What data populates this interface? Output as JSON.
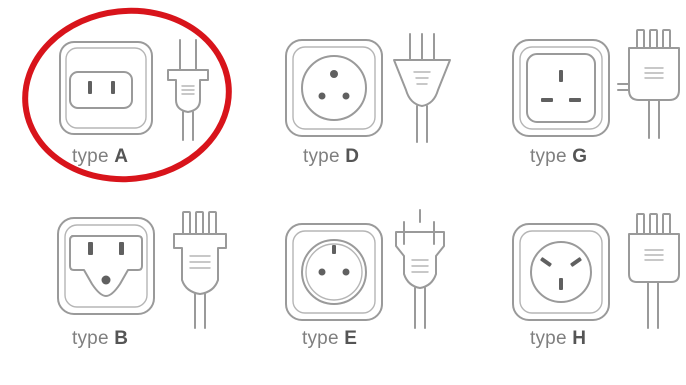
{
  "plugs": [
    {
      "prefix": "type",
      "letter": "A",
      "icon": "type-a-outlet-icon",
      "highlighted": true
    },
    {
      "prefix": "type",
      "letter": "D",
      "icon": "type-d-outlet-icon",
      "highlighted": false
    },
    {
      "prefix": "type",
      "letter": "G",
      "icon": "type-g-outlet-icon",
      "highlighted": false
    },
    {
      "prefix": "type",
      "letter": "B",
      "icon": "type-b-outlet-icon",
      "highlighted": false
    },
    {
      "prefix": "type",
      "letter": "E",
      "icon": "type-e-outlet-icon",
      "highlighted": false
    },
    {
      "prefix": "type",
      "letter": "H",
      "icon": "type-h-outlet-icon",
      "highlighted": false
    }
  ],
  "colors": {
    "highlight_ring": "#d8141b",
    "line_art": "#9a9a9a",
    "slot": "#606060"
  }
}
